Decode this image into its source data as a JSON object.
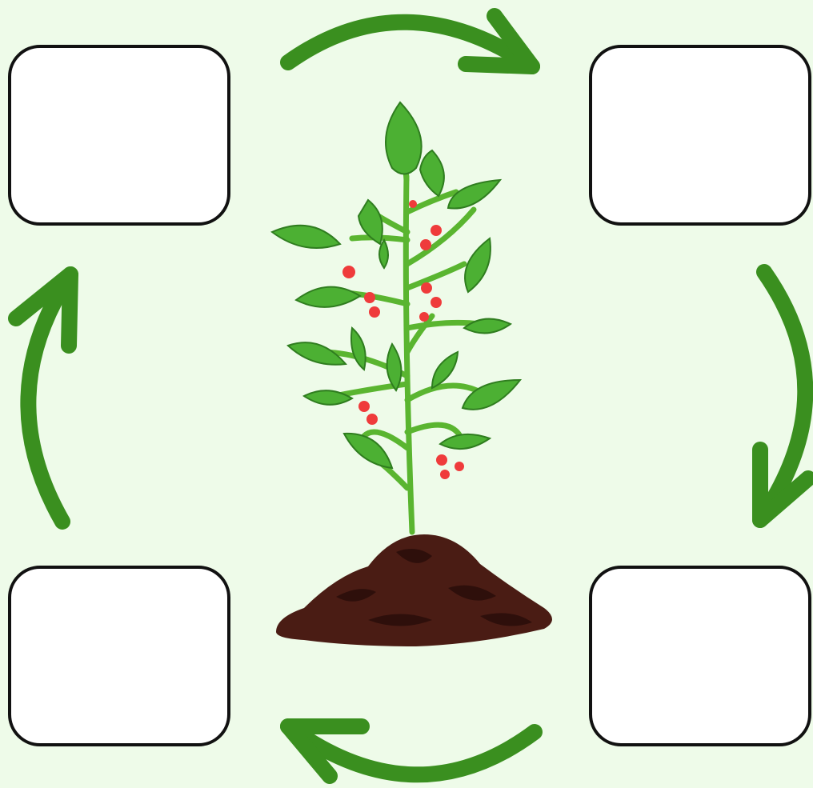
{
  "colors": {
    "background": "#eefbe9",
    "arrow": "#3a8f1f",
    "stem": "#5ab530",
    "leaf": "#4cb033",
    "leaf_vein": "#2f7d1f",
    "flower": "#ef3b3b",
    "soil": "#4a1c14",
    "soil_dark": "#2e0f0b",
    "box_fill": "#ffffff",
    "box_border": "#111111"
  },
  "boxes": {
    "top_left": "",
    "top_right": "",
    "bottom_right": "",
    "bottom_left": ""
  },
  "icons": [
    "arrow-top",
    "arrow-right",
    "arrow-bottom",
    "arrow-left",
    "plant",
    "soil-mound",
    "flower"
  ]
}
